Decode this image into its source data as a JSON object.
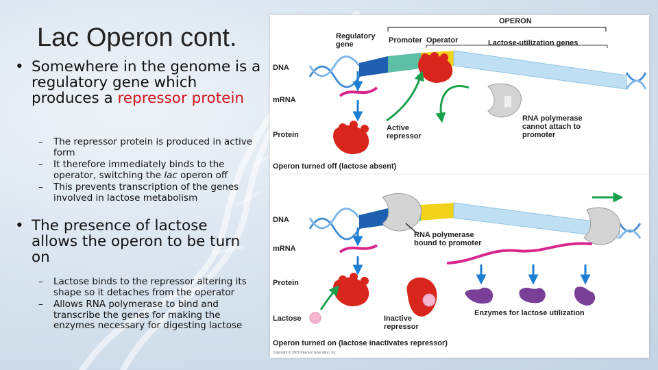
{
  "slide": {
    "title": "Lac Operon cont.",
    "bullet1": {
      "text": "Somewhere in the genome is a regulatory gene which produces a ",
      "highlight": "repressor protein",
      "highlight_color": "#d0141c",
      "subs": [
        "The repressor protein is produced in active form",
        "It therefore immediately binds to the operator, switching the ",
        "This prevents transcription of the genes involved in lactose metabolism"
      ],
      "sub2_italic": "lac",
      "sub2_end": " operon off"
    },
    "bullet2": {
      "text": "The presence of lactose allows the operon to be turn on",
      "subs": [
        "Lactose binds to the repressor altering its shape so it detaches from the operator",
        "Allows RNA polymerase to bind and transcribe the genes for making the enzymes necessary for digesting lactose"
      ]
    }
  },
  "figure": {
    "operon": "OPERON",
    "regulatory_gene": [
      "Regulatory",
      "gene"
    ],
    "promoter": "Promoter",
    "operator": "Operator",
    "lactose_genes": "Lactose-utilization genes",
    "dna": "DNA",
    "mrna": "mRNA",
    "protein": "Protein",
    "lactose": "Lactose",
    "active_repressor": [
      "Active",
      "repressor"
    ],
    "rna_pol_cannot": [
      "RNA polymerase",
      "cannot attach to",
      "promoter"
    ],
    "operon_off": "Operon turned off (lactose absent)",
    "rna_pol_bound": [
      "RNA polymerase",
      "bound to promoter"
    ],
    "inactive_repressor": [
      "Inactive",
      "repressor"
    ],
    "enzymes": "Enzymes for lactose utilization",
    "operon_on": "Operon turned on (lactose inactivates repressor)",
    "copyright": "Copyright © 2009 Pearson Education, Inc.",
    "colors": {
      "regulatory": "#1f5fb0",
      "promoter": "#5dbfa5",
      "operator": "#f3d21a",
      "genes": "#bfe0f2",
      "repressor": "#d9261c",
      "enzyme": "#7a3f96",
      "arrow_blue": "#1d7fd1",
      "arrow_green": "#1aa04a",
      "mrna": "#d8268c"
    }
  }
}
